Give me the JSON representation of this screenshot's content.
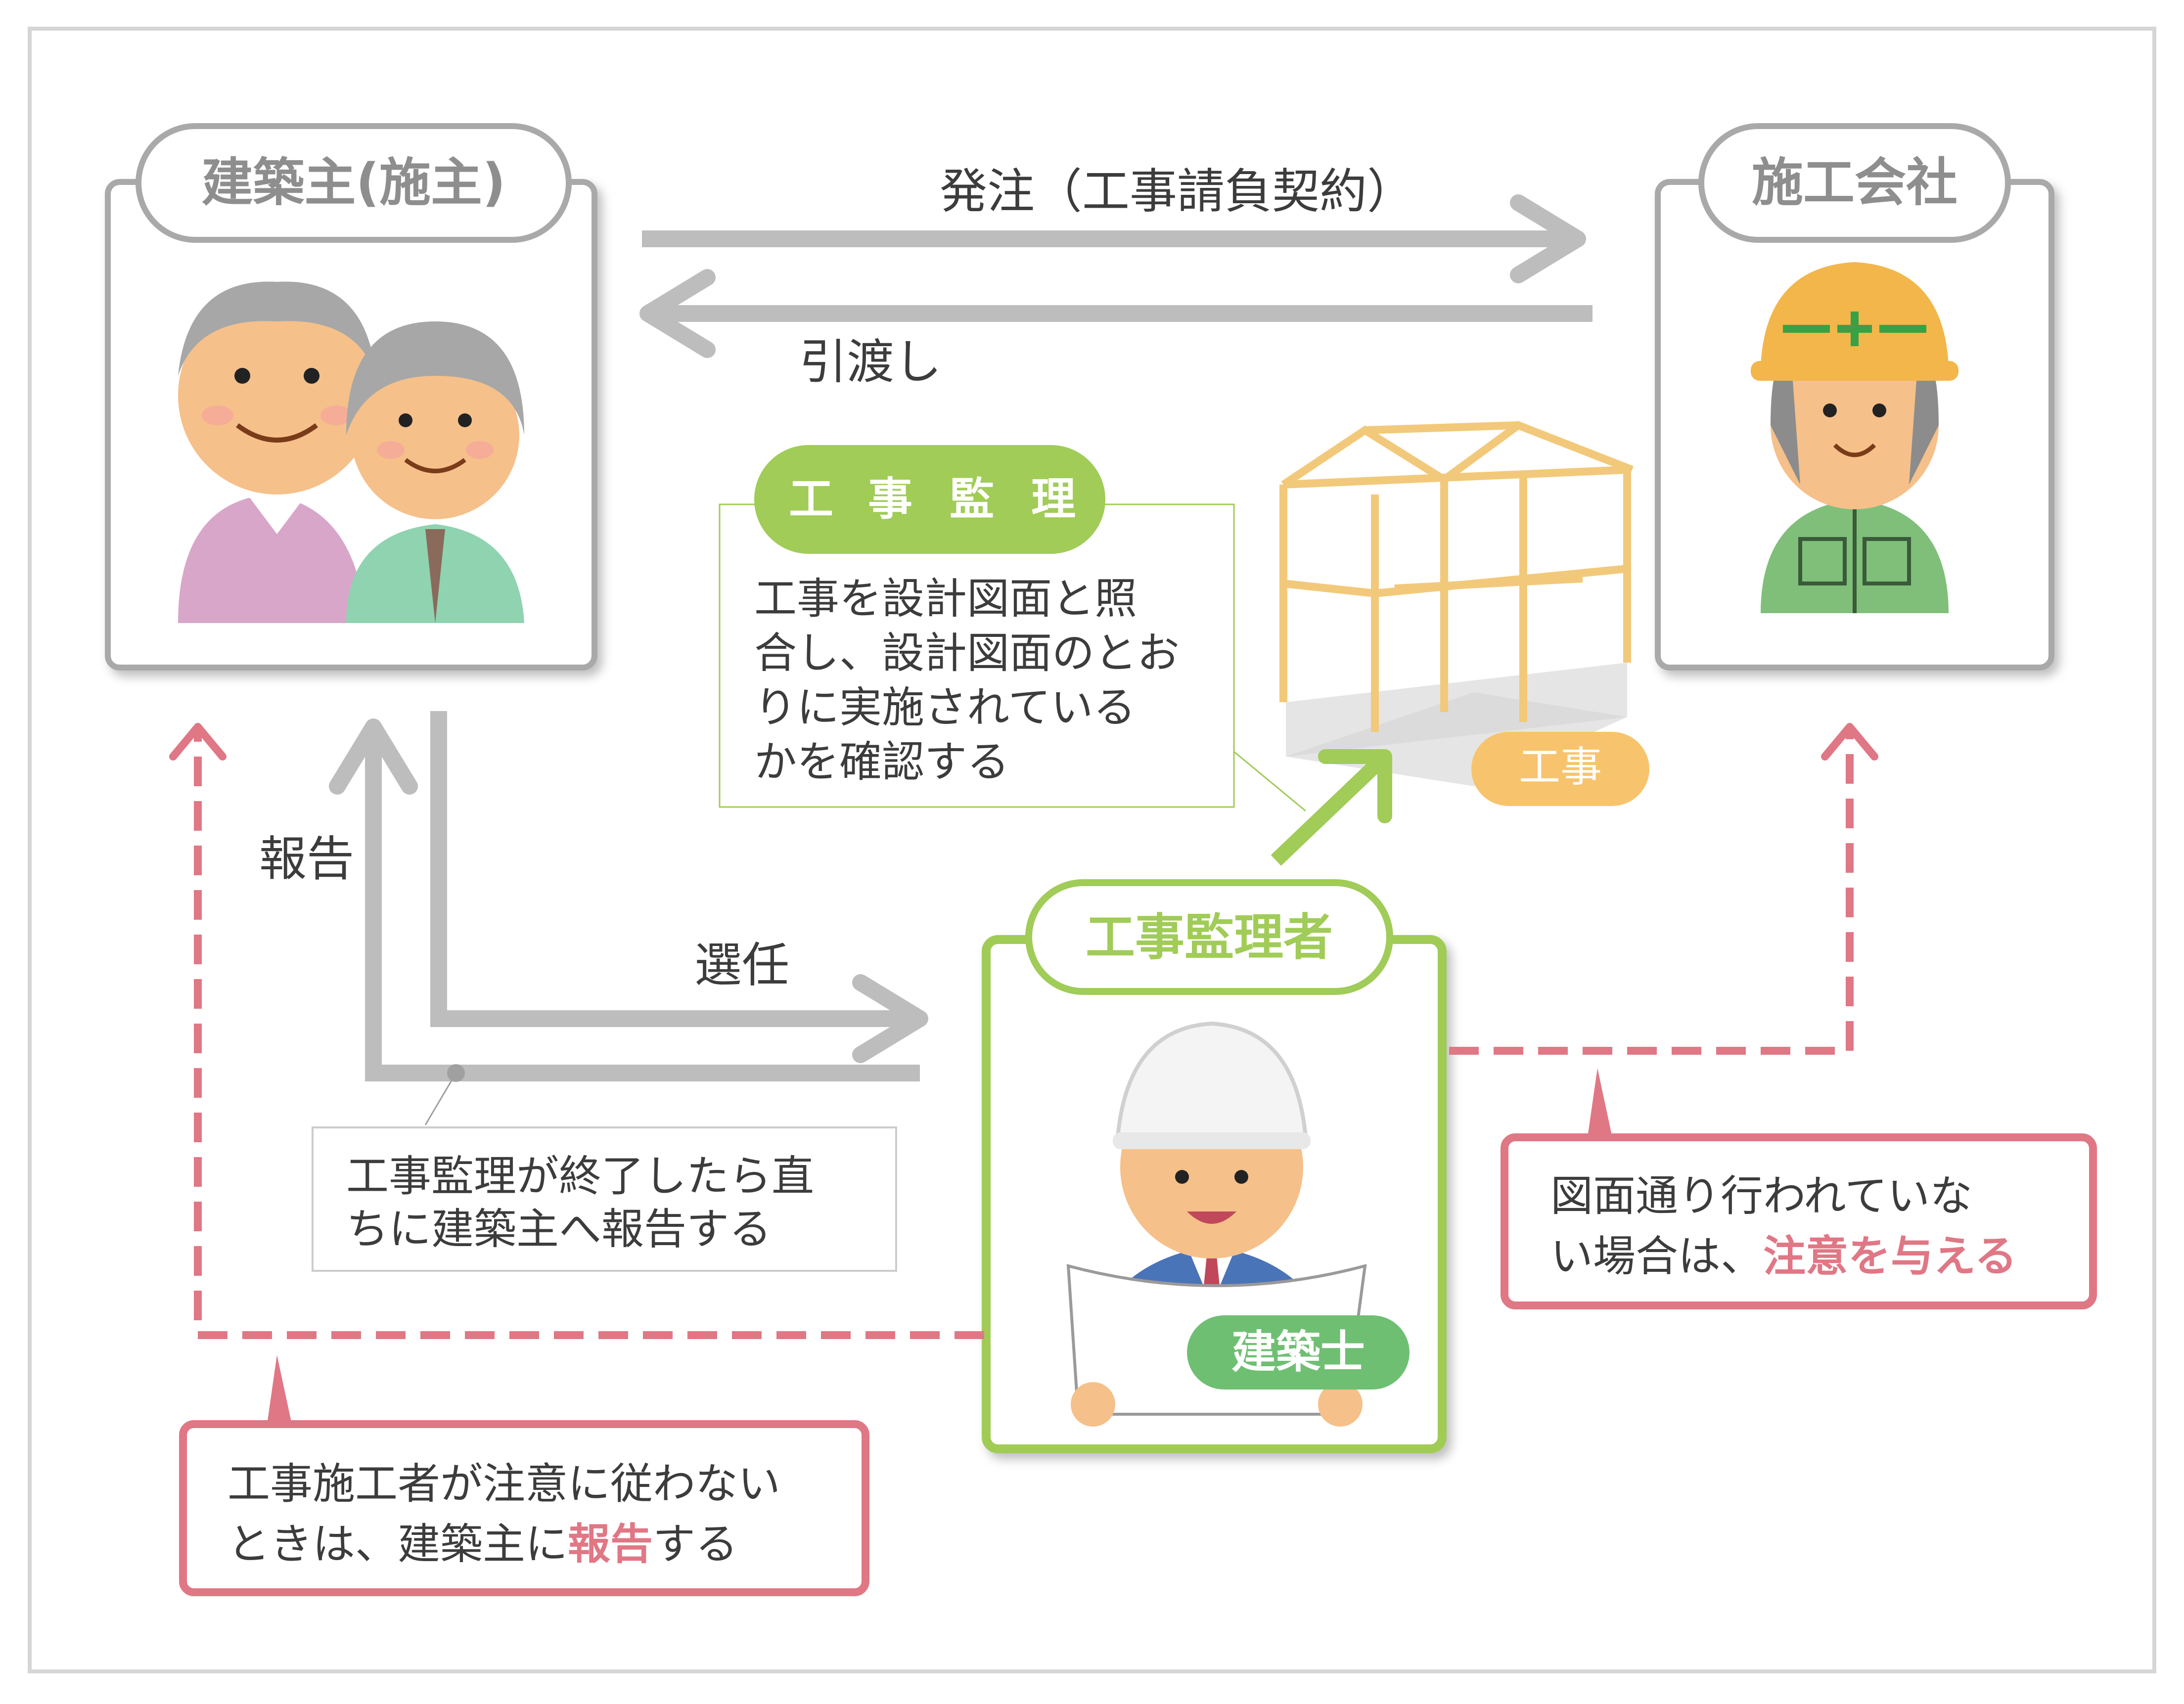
{
  "owner": {
    "label": "建築主(施主)"
  },
  "contractor": {
    "label": "施工会社"
  },
  "arrows": {
    "order": "発注（工事請負契約）",
    "handover": "引渡し",
    "report": "報告",
    "appoint": "選任"
  },
  "supervision": {
    "badge_chars": [
      "工",
      "事",
      "監",
      "理"
    ],
    "lines": [
      "工事を設計図面と照",
      "合し、設計図面のとお",
      "りに実施されている",
      "かを確認する"
    ]
  },
  "construction": {
    "label": "工事"
  },
  "supervisor": {
    "label": "工事監理者",
    "badge": "建築士"
  },
  "notes": {
    "report_after": {
      "lines": [
        "工事監理が終了したら直",
        "ちに建築主へ報告する"
      ]
    },
    "warn_contractor": {
      "line1": "図面通り行われていな",
      "line2_prefix": "い場合は、",
      "line2_emph": "注意を与える"
    },
    "report_owner": {
      "line1": "工事施工者が注意に従わない",
      "line2_prefix": "ときは、建築主に",
      "line2_emph": "報告",
      "line2_suffix": "する"
    }
  },
  "colors": {
    "gray": "#bdbdbd",
    "gray_dark": "#9e9e9e",
    "green": "#a0cc57",
    "green_dark": "#6fbf73",
    "pink": "#e07785",
    "orange": "#f7c46d",
    "text": "#3c3c3c",
    "frame": "#f2c97a"
  }
}
